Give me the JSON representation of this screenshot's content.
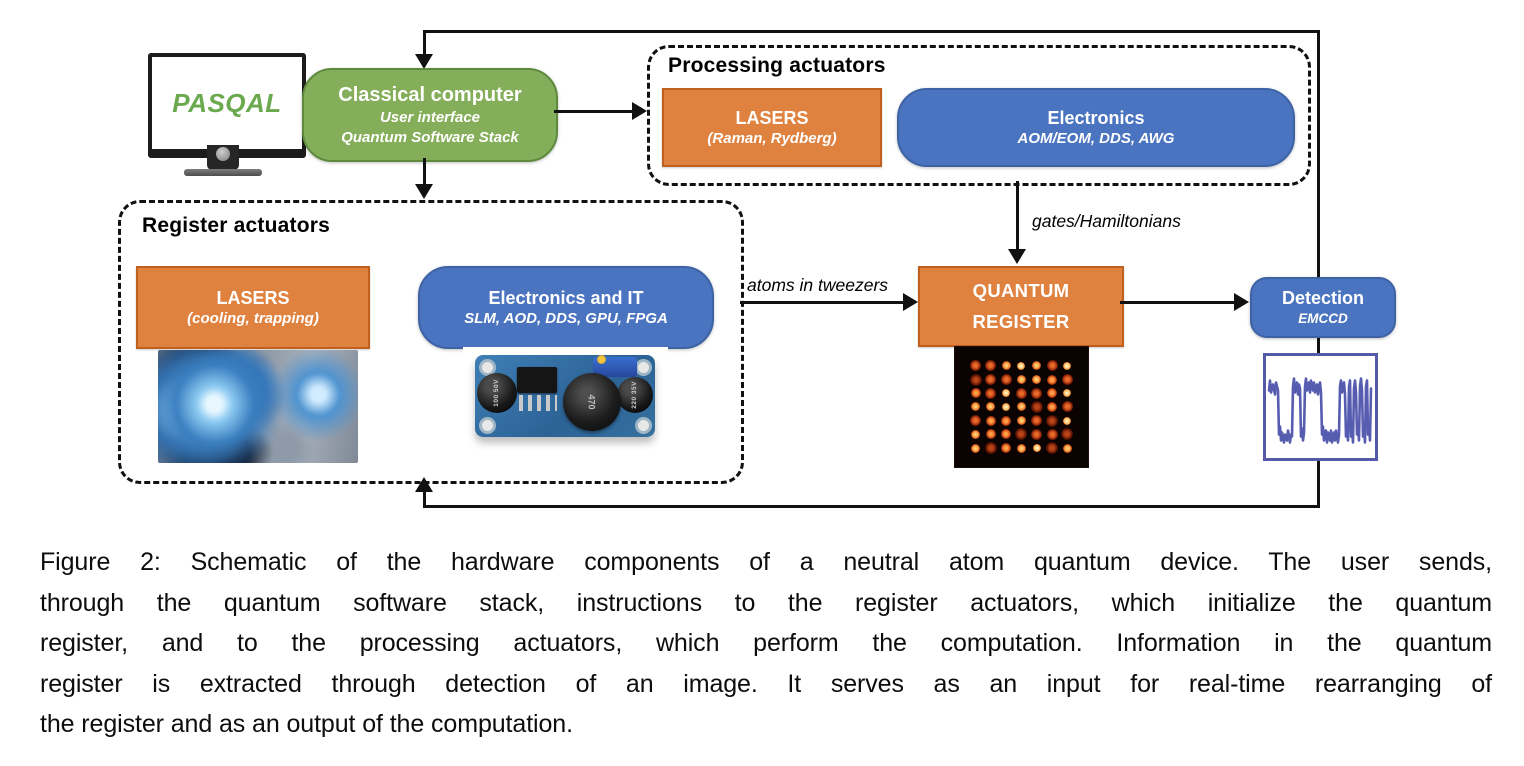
{
  "figure": {
    "monitor_brand": "PASQAL",
    "classical_computer": {
      "title": "Classical computer",
      "line1": "User interface",
      "line2": "Quantum Software Stack"
    },
    "processing_actuators": {
      "title": "Processing actuators",
      "lasers_title": "LASERS",
      "lasers_sub": "(Raman, Rydberg)",
      "electronics_title": "Electronics",
      "electronics_sub": "AOM/EOM,  DDS, AWG"
    },
    "register_actuators": {
      "title": "Register actuators",
      "lasers_title": "LASERS",
      "lasers_sub": "(cooling, trapping)",
      "electronics_title": "Electronics and IT",
      "electronics_sub": "SLM, AOD, DDS, GPU, FPGA"
    },
    "quantum_register": {
      "line1": "QUANTUM",
      "line2": "REGISTER"
    },
    "detection": {
      "title": "Detection",
      "sub": "EMCCD"
    },
    "flow_labels": {
      "gates": "gates/Hamiltonians",
      "atoms": "atoms in tweezers"
    },
    "circuit_text": {
      "inductor": "470",
      "cap_left": "100 50V",
      "cap_right": "220 35V"
    },
    "colors": {
      "orange_fill": "#E0823F",
      "orange_border": "#C05F1E",
      "blue_fill": "#4B74C0",
      "green_fill": "#85AE5B",
      "green_border": "#5D8A3C",
      "pasqal_green": "#6BA94F",
      "signal_purple": "#565CB0",
      "signal_frame": "#5459A8",
      "line_black": "#111111"
    }
  },
  "caption": {
    "lines": [
      "Figure 2: Schematic of the hardware components of a neutral atom quantum device. The user sends,",
      "through the quantum software stack, instructions to the register actuators, which initialize the quantum",
      "register, and to the processing actuators, which perform the computation. Information in the quantum",
      "register is extracted through detection of an image. It serves as an input for real-time rearranging of",
      "the register and as an output of the computation."
    ]
  }
}
